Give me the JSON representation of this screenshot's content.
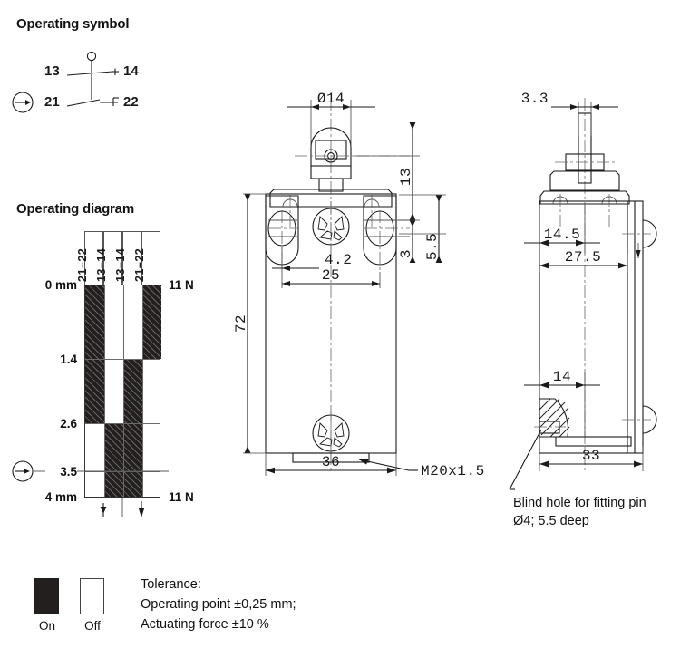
{
  "headings": {
    "operating_symbol": "Operating symbol",
    "operating_diagram": "Operating diagram"
  },
  "operating_symbol": {
    "terminals": {
      "top_left": "13",
      "top_right": "14",
      "bottom_left": "21",
      "bottom_right": "22"
    },
    "actuator_icon": "plunger-arrow-icon"
  },
  "operating_diagram": {
    "columns": [
      {
        "label": "21–22"
      },
      {
        "label": "13–14"
      },
      {
        "label": "13–14"
      },
      {
        "label": "21–22"
      }
    ],
    "y_labels": [
      "0 mm",
      "1.4",
      "2.6",
      "3.5",
      "4 mm"
    ],
    "y_values": [
      0,
      1.4,
      2.6,
      3.5,
      4
    ],
    "axis_min": 0,
    "axis_max": 4,
    "force_label_top": "11 N",
    "force_label_bottom": "11 N",
    "actuator_icon": "plunger-arrow-icon",
    "states": [
      {
        "column": "21–22",
        "segments": [
          {
            "from": 0,
            "to": 2.6,
            "state": "On"
          },
          {
            "from": 2.6,
            "to": 4,
            "state": "Off"
          }
        ]
      },
      {
        "column": "13–14",
        "segments": [
          {
            "from": 0,
            "to": 1.4,
            "state": "Off"
          },
          {
            "from": 1.4,
            "to": 2.6,
            "state": "Off"
          },
          {
            "from": 2.6,
            "to": 4,
            "state": "On"
          }
        ]
      },
      {
        "column": "13–14",
        "segments": [
          {
            "from": 0,
            "to": 1.4,
            "state": "Off"
          },
          {
            "from": 1.4,
            "to": 4,
            "state": "On"
          }
        ]
      },
      {
        "column": "21–22",
        "segments": [
          {
            "from": 0,
            "to": 1.4,
            "state": "On"
          },
          {
            "from": 1.4,
            "to": 4,
            "state": "Off"
          }
        ]
      }
    ]
  },
  "front_view": {
    "dimensions": {
      "roller_diameter": "Ø14",
      "height_total": "72",
      "width_total": "36",
      "mounting_hole_dia": "4.2",
      "mounting_hole_spacing": "25",
      "plunger_travel": "13",
      "offset_3": "3",
      "offset_55": "5.5"
    },
    "callout_thread": "M20x1.5"
  },
  "side_view": {
    "dimensions": {
      "plunger_width": "3.3",
      "center_offset": "14.5",
      "body_depth_upper": "27.5",
      "pin_offset": "14",
      "depth_total": "33"
    },
    "callout_blind_hole_line1": "Blind hole for fitting pin",
    "callout_blind_hole_line2": "Ø4; 5.5 deep"
  },
  "legend": {
    "on_label": "On",
    "off_label": "Off",
    "tolerance_lines": [
      "Tolerance:",
      "Operating point ±0,25 mm;",
      "Actuating force ±10 %"
    ]
  },
  "colors": {
    "ink": "#1a1a1a",
    "on_fill": "#241f1f",
    "off_fill": "#ffffff",
    "rule": "#6a6a6a"
  }
}
